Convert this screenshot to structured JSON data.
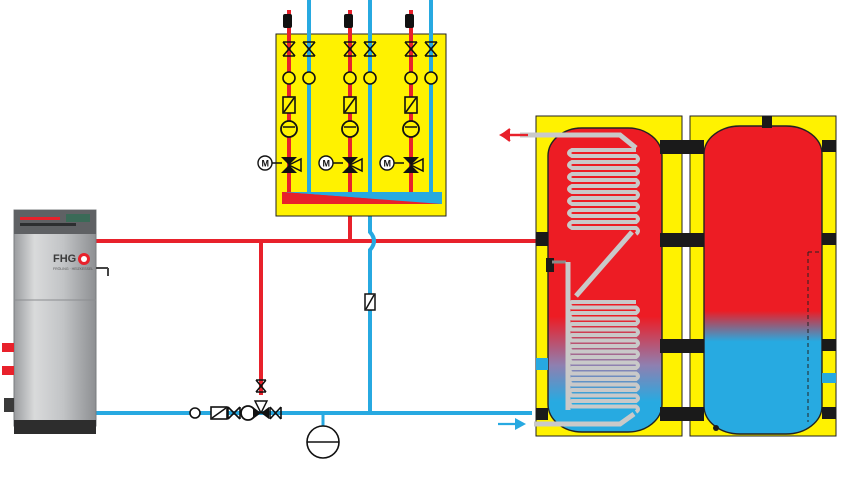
{
  "boiler": {
    "brand": "FHG",
    "sub_label": "FRÖLING · HEIZKESSEL"
  },
  "manifold": {
    "circuits": [
      {
        "motor_label": "M"
      },
      {
        "motor_label": "M"
      },
      {
        "motor_label": "M"
      }
    ]
  },
  "colors": {
    "hot": "#e8212b",
    "cold": "#27a9e1",
    "panel": "#fff200",
    "tank_hot": "#ed1c24",
    "tank_cold": "#27aae1",
    "coil": "#c9c9c9",
    "steel": "#b7b9bc",
    "dark": "#1a1a1a"
  },
  "icons": {
    "outlet_arrow": "arrow-left-icon",
    "inlet_arrow": "arrow-right-icon",
    "expansion_vessel": "expansion-vessel-icon",
    "check_valve": "check-valve-icon",
    "pump": "pump-icon",
    "mixing_valve": "three-way-mixing-valve-icon"
  }
}
